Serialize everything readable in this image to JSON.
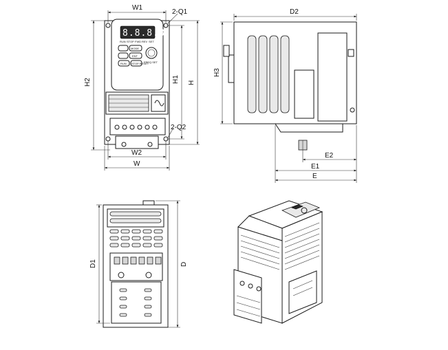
{
  "dimensions": {
    "W1": "W1",
    "Q1": "2-Q1",
    "Q2": "2-Q2",
    "H1": "H1",
    "H": "H",
    "H2": "H2",
    "W2": "W2",
    "W": "W",
    "D2": "D2",
    "H3": "H3",
    "E2": "E2",
    "E1": "E1",
    "E": "E",
    "D1": "D1",
    "D": "D"
  },
  "keypad": {
    "display": "8.8.8.8.8",
    "indicators": [
      "RUN",
      "STOP",
      "FWD",
      "REV",
      "SET"
    ],
    "mode_key": "MODE",
    "freq_label": "FREQ.SET",
    "run_key": "RUN",
    "stop_key": "STOP RESET",
    "enter_key": "ENT"
  }
}
